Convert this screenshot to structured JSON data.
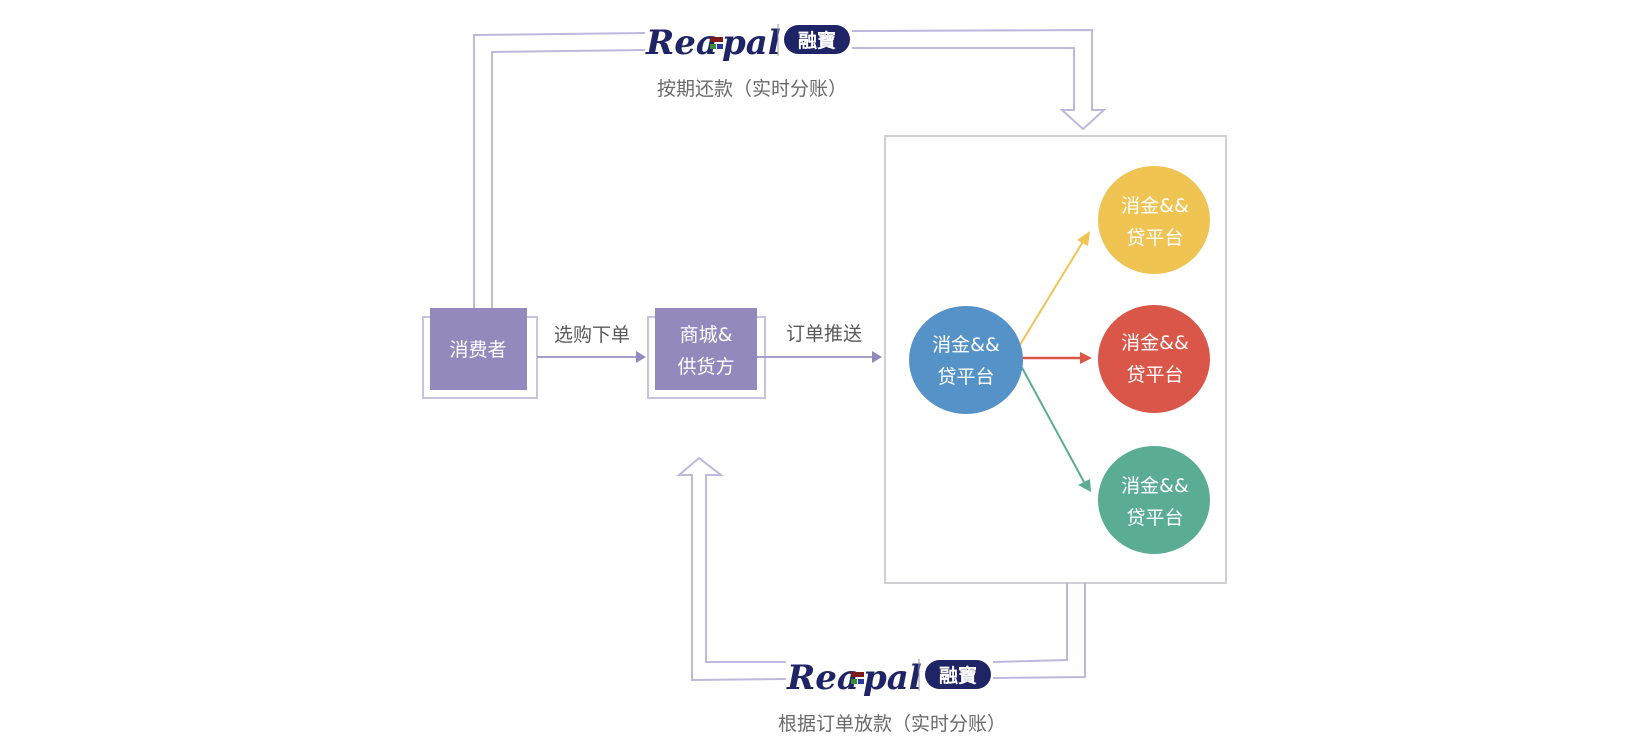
{
  "colors": {
    "pipe": "#bdb8dc",
    "box_fill": "#9389bd",
    "container_border": "#cfcfd4",
    "logo_navy": "#1f2466",
    "logo_red": "#7a1a1a",
    "logo_green": "#3d8a3a",
    "logo_blue": "#2a3a9a",
    "node_blue": "#5592c8",
    "node_yellow": "#efc453",
    "node_red": "#d95648",
    "node_green": "#5aac94"
  },
  "top_flow": {
    "logo": {
      "latin": "Rea",
      "latin2": "pal",
      "badge": "融寶"
    },
    "caption": "按期还款（实时分账）"
  },
  "bottom_flow": {
    "logo": {
      "latin": "Rea",
      "latin2": "pal",
      "badge": "融寶"
    },
    "caption": "根据订单放款（实时分账）"
  },
  "boxes": {
    "consumer": {
      "label": "消费者"
    },
    "merchant": {
      "line1": "商城&",
      "line2": "供货方"
    }
  },
  "edges": {
    "purchase": "选购下单",
    "order_push": "订单推送"
  },
  "platform": {
    "source": {
      "line1": "消金&&",
      "line2": "贷平台",
      "color": "#5592c8"
    },
    "targets": [
      {
        "line1": "消金&&",
        "line2": "贷平台",
        "color": "#efc453"
      },
      {
        "line1": "消金&&",
        "line2": "贷平台",
        "color": "#d95648"
      },
      {
        "line1": "消金&&",
        "line2": "贷平台",
        "color": "#5aac94"
      }
    ]
  }
}
